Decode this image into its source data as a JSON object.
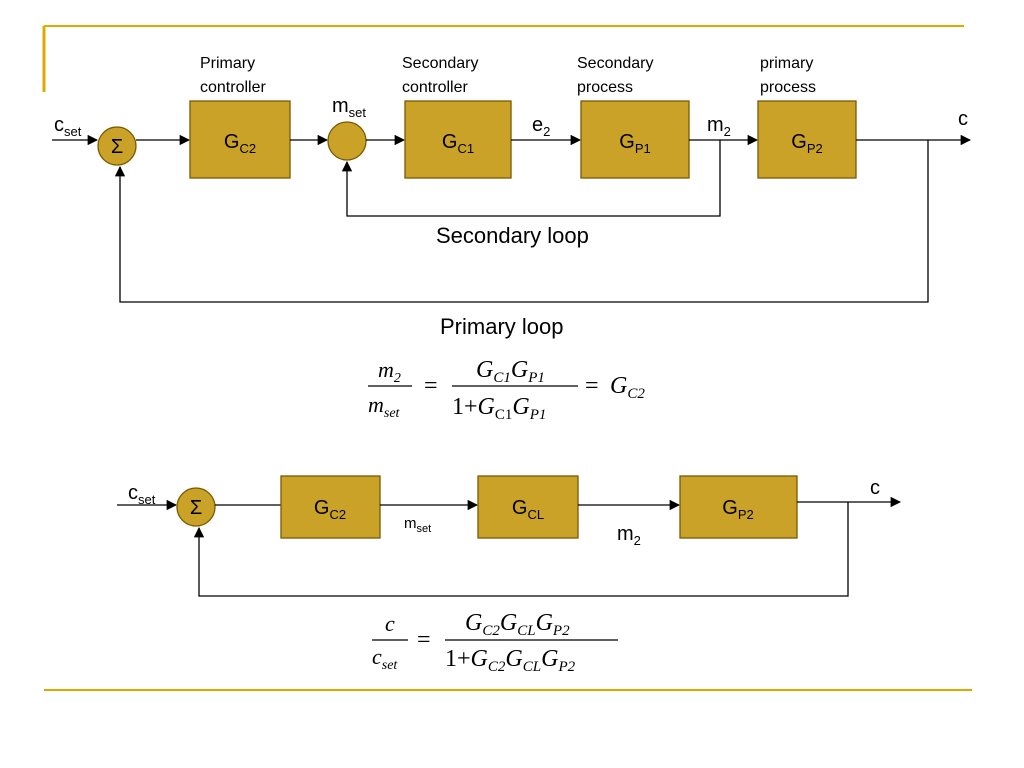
{
  "theme": {
    "accent": "#E0A800",
    "block_fill": "#C9A227",
    "block_stroke": "#7A5A00",
    "line": "#000000"
  },
  "diagram1": {
    "captions": {
      "primary_controller": [
        "Primary",
        "controller"
      ],
      "secondary_controller": [
        "Secondary",
        "controller"
      ],
      "secondary_process": [
        "Secondary",
        "process"
      ],
      "primary_process": [
        "primary",
        "process"
      ]
    },
    "input_signal": {
      "main": "c",
      "sub": "set"
    },
    "output_signal": "c",
    "summing_symbol": "Σ",
    "secondary_setpoint": {
      "main": "m",
      "sub": "set"
    },
    "error_signal": {
      "main": "e",
      "sub": "2"
    },
    "intermediate_signal": {
      "main": "m",
      "sub": "2"
    },
    "blocks": {
      "gc2": {
        "main": "G",
        "sub": "C2"
      },
      "gc1": {
        "main": "G",
        "sub": "C1"
      },
      "gp1": {
        "main": "G",
        "sub": "P1"
      },
      "gp2": {
        "main": "G",
        "sub": "P2"
      }
    },
    "secondary_loop_label": "Secondary loop",
    "primary_loop_label": "Primary loop"
  },
  "equation1": {
    "lhs_num": {
      "main": "m",
      "sub": "2"
    },
    "lhs_den": {
      "main": "m",
      "sub": "set"
    },
    "equals": "=",
    "rhs_num": [
      "G",
      "C1",
      "G",
      "P1"
    ],
    "rhs_den_prefix": "1+",
    "rhs_den": [
      "G",
      "C1",
      "G",
      "P1"
    ],
    "result": {
      "main": "G",
      "sub": "C2"
    }
  },
  "diagram2": {
    "input_signal": {
      "main": "c",
      "sub": "set"
    },
    "output_signal": "c",
    "summing_symbol": "Σ",
    "blocks": {
      "gc2": {
        "main": "G",
        "sub": "C2"
      },
      "gcl": {
        "main": "G",
        "sub": "CL"
      },
      "gp2": {
        "main": "G",
        "sub": "P2"
      }
    },
    "mset_label": {
      "main": "m",
      "sub": "set"
    },
    "m2_label": {
      "main": "m",
      "sub": "2"
    }
  },
  "equation2": {
    "lhs_num": "c",
    "lhs_den": {
      "main": "c",
      "sub": "set"
    },
    "equals": "=",
    "rhs_num": [
      "G",
      "C2",
      "G",
      "CL",
      "G",
      "P2"
    ],
    "rhs_den_prefix": "1+",
    "rhs_den": [
      "G",
      "C2",
      "G",
      "CL",
      "G",
      "P2"
    ]
  }
}
